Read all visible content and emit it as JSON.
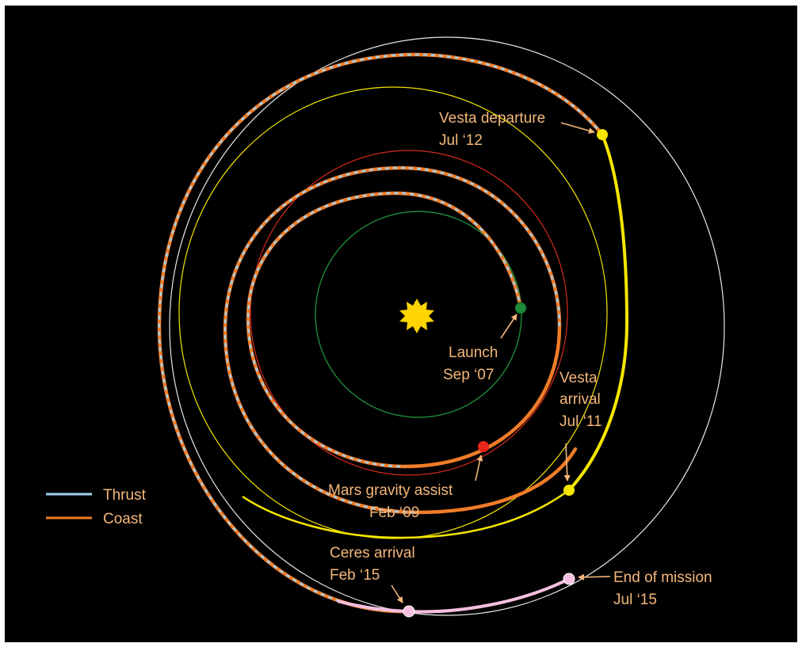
{
  "legend": {
    "thrust_label": "Thrust",
    "coast_label": "Coast"
  },
  "labels": {
    "vesta_departure_l1": "Vesta departure",
    "vesta_departure_l2": "Jul ‘12",
    "launch_l1": "Launch",
    "launch_l2": "Sep ‘07",
    "vesta_arrival_l1": "Vesta",
    "vesta_arrival_l2": "arrival",
    "vesta_arrival_l3": "Jul ‘11",
    "mars_assist_l1": "Mars gravity assist",
    "mars_assist_l2": "Feb ‘09",
    "ceres_arrival_l1": "Ceres arrival",
    "ceres_arrival_l2": "Feb ‘15",
    "end_mission_l1": "End of mission",
    "end_mission_l2": "Jul ‘15"
  },
  "colors": {
    "background": "#000000",
    "thrust": "#9fd3f0",
    "coast": "#f07c28",
    "label_text": "#f4b77a",
    "earth_orbit": "#1f8a3a",
    "mars_orbit": "#d42a1e",
    "vesta_orbit": "#f5e600",
    "ceres_orbit": "#e8e8e8",
    "ceres_leg": "#f6bfe0",
    "sun": "#ffd400"
  }
}
